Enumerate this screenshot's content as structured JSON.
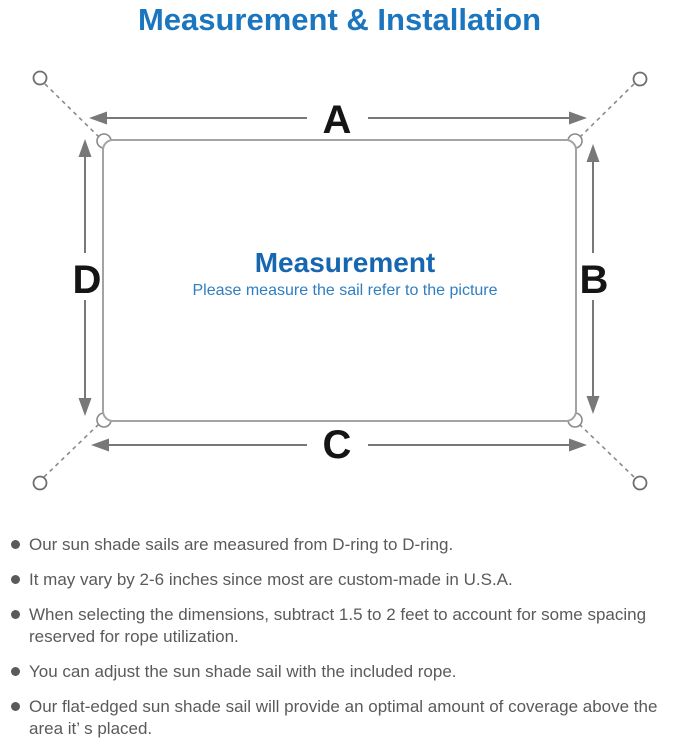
{
  "header": {
    "title": "Measurement & Installation",
    "title_color": "#1b76bf"
  },
  "diagram": {
    "labels": {
      "top": "A",
      "right": "B",
      "bottom": "C",
      "left": "D"
    },
    "center_title": "Measurement",
    "center_subtitle": "Please measure the sail refer to the picture",
    "colors": {
      "sail_outline": "#a3a3a3",
      "arrow": "#787878",
      "dashed_line": "#8a8a8a",
      "ring_outline": "#6e6e6e",
      "dimension_label": "#151515",
      "center_title": "#1667b0",
      "center_subtitle": "#2f7ec2"
    }
  },
  "notes": {
    "text_color": "#5a5a5a",
    "items": [
      "Our sun shade sails are measured from D-ring to D-ring.",
      "It may vary by 2-6 inches since most are custom-made in U.S.A.",
      "When selecting the dimensions, subtract 1.5 to 2 feet to account for some spacing reserved for rope utilization.",
      "You can adjust the sun shade sail with the included rope.",
      "Our flat-edged sun shade sail will provide an optimal amount of coverage above the area it’ s placed."
    ]
  }
}
